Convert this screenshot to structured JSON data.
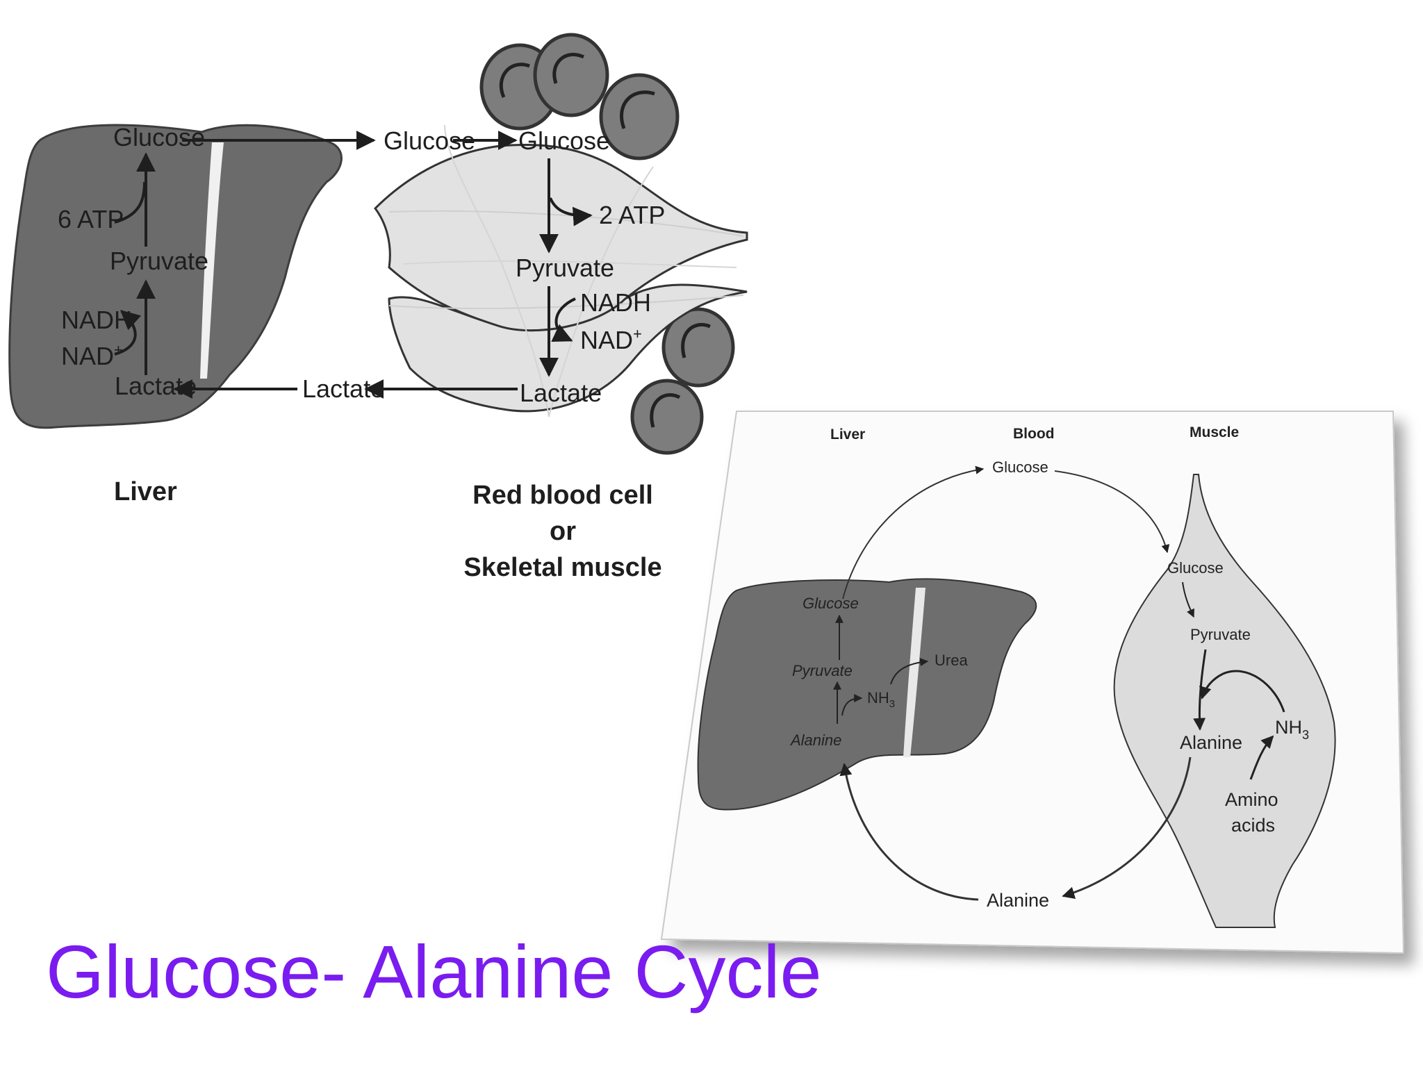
{
  "title": "Glucose- Alanine Cycle",
  "colors": {
    "title": "#7a1cf0",
    "liver": "#6b6b6b",
    "muscle": "#e2e2e2",
    "rbc": "#7d7d7d",
    "ink": "#1e1e1e",
    "panel": "#fbfbfb"
  },
  "cori": {
    "liver_caption": "Liver",
    "rbc_caption": [
      "Red blood cell",
      "or",
      "Skeletal muscle"
    ],
    "liver": {
      "glucose": "Glucose",
      "atp": "6 ATP",
      "pyruvate": "Pyruvate",
      "nadh": "NADH",
      "nad": "NAD",
      "lactate": "Lactate"
    },
    "blood": {
      "glucose": "Glucose",
      "lactate": "Lactate"
    },
    "muscle": {
      "glucose": "Glucose",
      "atp": "2 ATP",
      "pyruvate": "Pyruvate",
      "nadh": "NADH",
      "nad": "NAD",
      "lactate": "Lactate"
    },
    "plus_sign": "+"
  },
  "glucose_alanine": {
    "headers": {
      "liver": "Liver",
      "blood": "Blood",
      "muscle": "Muscle"
    },
    "blood": {
      "glucose": "Glucose",
      "alanine": "Alanine"
    },
    "liver": {
      "glucose": "Glucose",
      "pyruvate": "Pyruvate",
      "alanine": "Alanine",
      "nh3": "NH",
      "urea": "Urea"
    },
    "muscle": {
      "glucose": "Glucose",
      "pyruvate": "Pyruvate",
      "alanine": "Alanine",
      "nh3": "NH",
      "amino_line1": "Amino",
      "amino_line2": "acids"
    },
    "subscript_3": "3"
  }
}
